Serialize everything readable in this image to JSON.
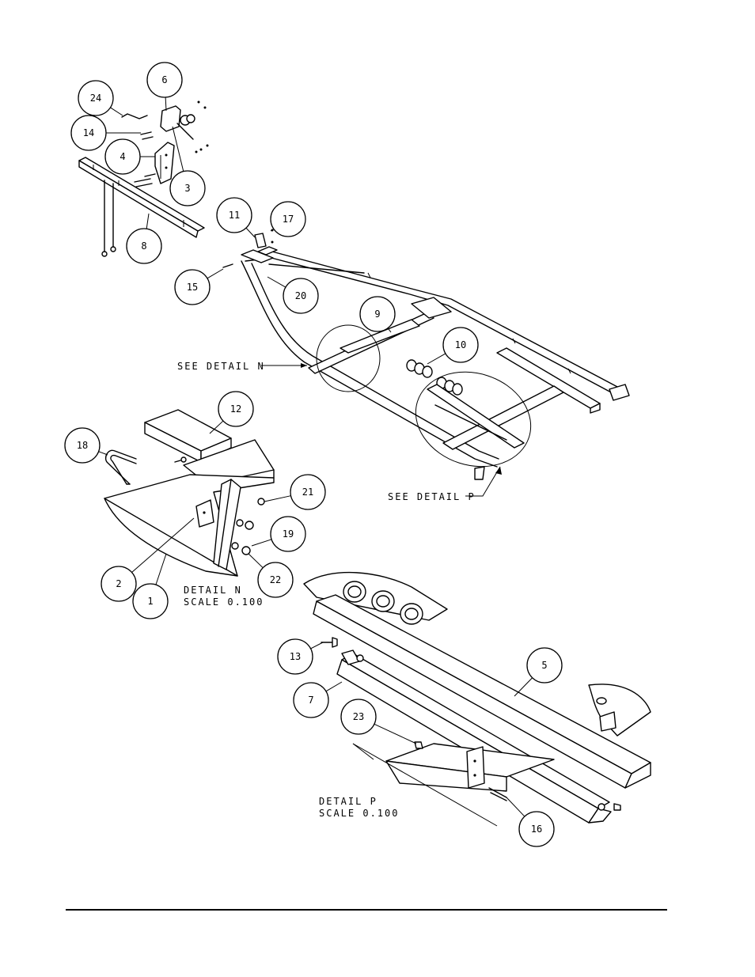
{
  "diagram": {
    "callouts": [
      "1",
      "2",
      "3",
      "4",
      "5",
      "6",
      "7",
      "8",
      "9",
      "10",
      "11",
      "12",
      "13",
      "14",
      "15",
      "16",
      "17",
      "18",
      "19",
      "20",
      "21",
      "22",
      "23",
      "24"
    ],
    "notes": {
      "see_detail_n": "SEE DETAIL  N",
      "see_detail_p": "SEE DETAIL  P",
      "detail_n_title": "DETAIL  N",
      "detail_n_scale": "SCALE  0.100",
      "detail_p_title": "DETAIL  P",
      "detail_p_scale": "SCALE  0.100"
    }
  }
}
